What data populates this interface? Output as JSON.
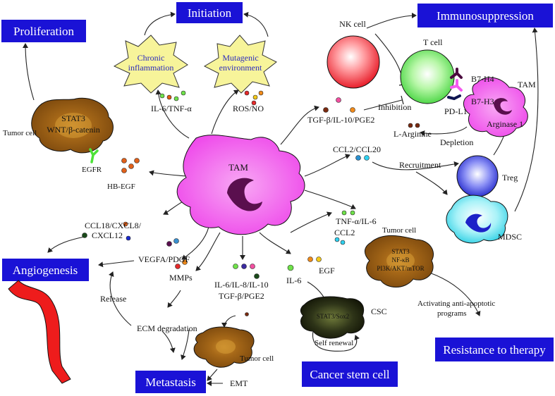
{
  "boxes": {
    "initiation": "Initiation",
    "immunosuppression": "Immunosuppression",
    "proliferation": "Proliferation",
    "angiogenesis": "Angiogenesis",
    "metastasis": "Metastasis",
    "cancer_stem_cell": "Cancer stem cell",
    "resistance": "Resistance to therapy"
  },
  "stars": {
    "chronic_line1": "Chronic",
    "chronic_line2": "inflammation",
    "mutagenic_line1": "Mutagenic",
    "mutagenic_line2": "environment"
  },
  "cells": {
    "tam_center": "TAM",
    "tam_right": "TAM",
    "nk": "NK cell",
    "tcell": "T cell",
    "treg": "Treg",
    "mdsc": "MDSC",
    "csc": "CSC",
    "tumor_left": "Tumor cell",
    "tumor_mid": "Tumor cell",
    "tumor_bottom": "Tumor cell"
  },
  "inner": {
    "stat3": "STAT3",
    "wnt": "WNT/β-catenin",
    "stat3_b": "STAT3",
    "nfkb": "NF-κB",
    "pi3k": "PI3K/AKT/mTOR",
    "stat3sox2": "STAT3/Sox2",
    "arginase": "Arginase 1"
  },
  "labels": {
    "il6_tnfa": "IL-6/TNF-α",
    "ros_no": "ROS/NO",
    "tgfb_il10_pge2": "TGF-β/IL-10/PGE2",
    "inhibition": "Inhibition",
    "larginine": "L-Arginine",
    "depletion": "Depletion",
    "b7h4": "B7-H4",
    "b7h3": "B7-H3",
    "pdl1": "PD-L1",
    "egfr": "EGFR",
    "hbegf": "HB-EGF",
    "ccl2_ccl20": "CCL2/CCL20",
    "recruitment": "Recruitment",
    "ccl18_line1": "CCL18/CXCL8/",
    "ccl18_line2": "CXCL12",
    "vegfa_pdgf": "VEGFA/PDGF",
    "tnfa_il6": "TNF-α/IL-6",
    "ccl2": "CCL2",
    "mmps": "MMPs",
    "release": "Release",
    "ecm": "ECM degradation",
    "il6_il8_line1": "IL-6/IL-8/IL-10",
    "il6_il8_line2": "TGF-β/PGE2",
    "il6": "IL-6",
    "egf": "EGF",
    "self_renewal": "Self renewal",
    "activating_line1": "Activating anti-apoptotic",
    "activating_line2": "programs",
    "emt": "EMT"
  },
  "colors": {
    "box_fill": "#1a12d6",
    "tam_fill": "#f45af0",
    "nucleus": "#5a0f4e",
    "tumor": "#9b5a14",
    "star_fill": "#f7f49a",
    "nk": "#f1323c",
    "tcell": "#53e24b",
    "treg": "#2830d8",
    "mdsc": "#38d8ea",
    "vessel": "#ee1c1c"
  }
}
